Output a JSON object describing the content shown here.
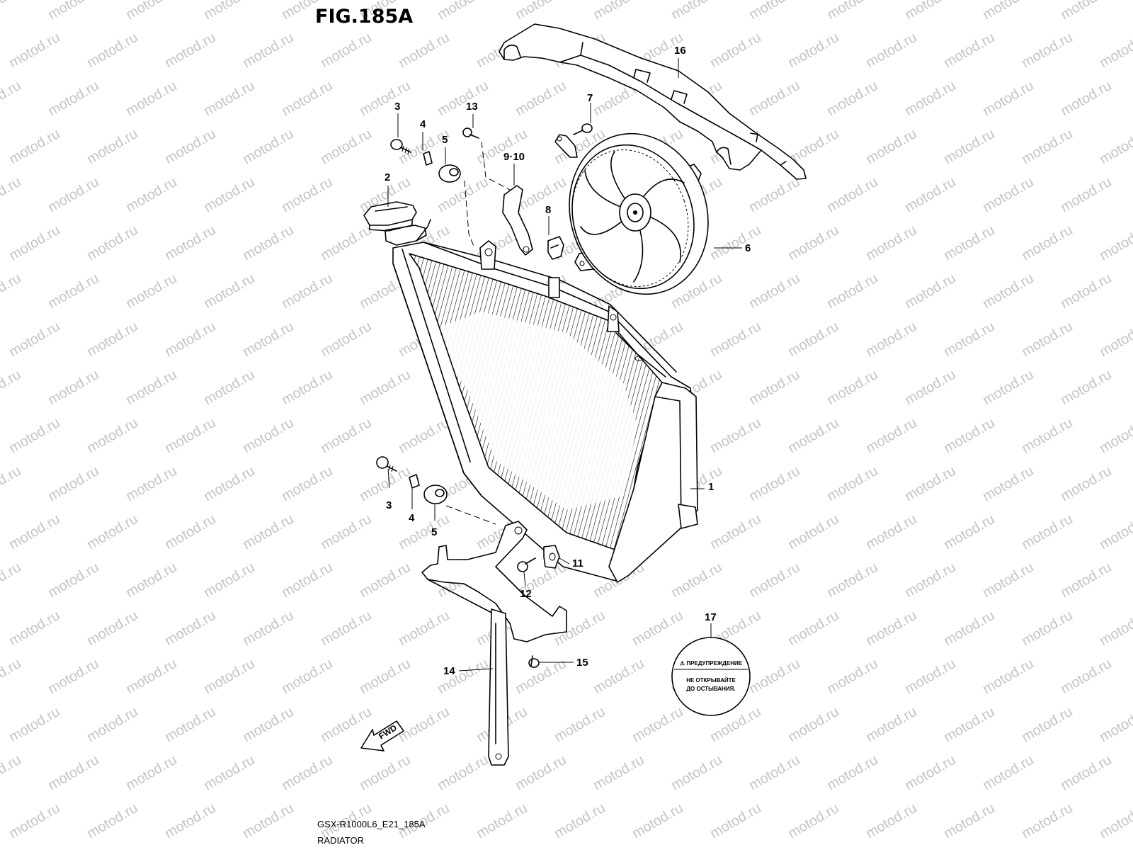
{
  "figure": {
    "title": "FIG.185A",
    "model_code": "GSX-R1000L6_E21_185A",
    "section_name": "RADIATOR"
  },
  "watermark": {
    "text": "motod.ru"
  },
  "callouts": {
    "c1": "1",
    "c2": "2",
    "c3a": "3",
    "c3b": "3",
    "c4a": "4",
    "c4b": "4",
    "c5a": "5",
    "c5b": "5",
    "c6": "6",
    "c7": "7",
    "c8": "8",
    "c9_10": "9·10",
    "c11": "11",
    "c12": "12",
    "c13": "13",
    "c14": "14",
    "c15": "15",
    "c16": "16",
    "c17": "17"
  },
  "warning_label": {
    "heading": "⚠ ПРЕДУПРЕЖДЕНИЕ",
    "line1": "НЕ ОТКРЫВАЙТЕ",
    "line2": "ДО ОСТЫВАНИЯ."
  },
  "direction_indicator": {
    "text": "FWD"
  }
}
